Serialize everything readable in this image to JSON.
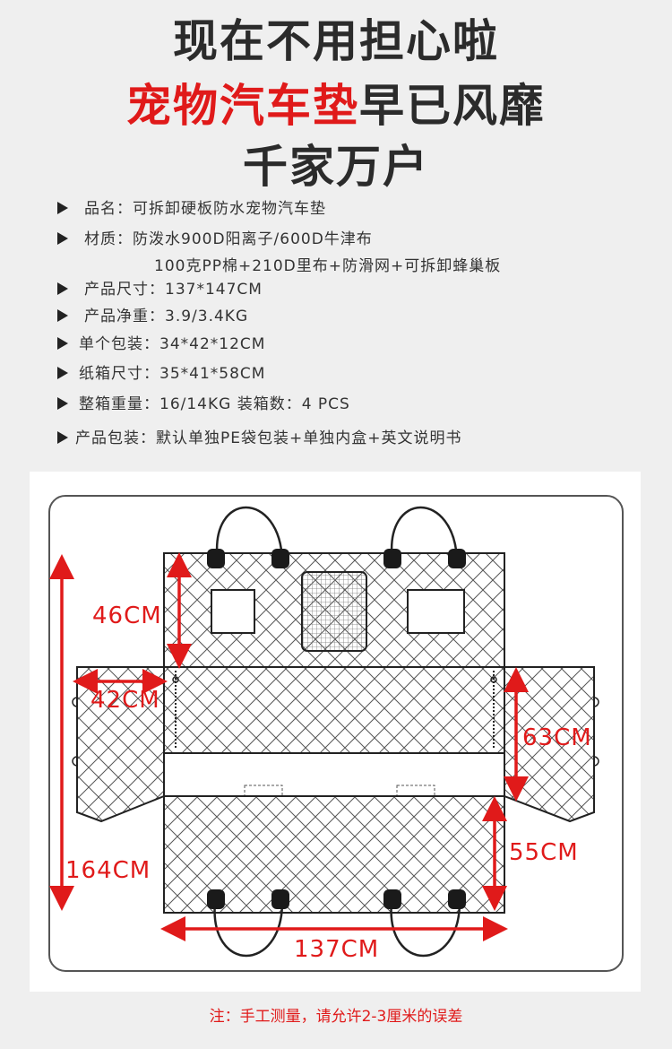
{
  "headline": {
    "line1": "现在不用担心啦",
    "line2_red": "宠物汽车垫",
    "line2_dark": "早已风靡",
    "line3": "千家万户"
  },
  "specs": [
    {
      "text": "品名：可拆卸硬板防水宠物汽车垫"
    },
    {
      "text": "材质：防泼水900D阳离子/600D牛津布",
      "sub": "100克PP棉+210D里布+防滑网+可拆卸蜂巢板"
    },
    {
      "text": "产品尺寸：137*147CM"
    },
    {
      "text": "产品净重：3.9/3.4KG"
    },
    {
      "text": "单个包装：34*42*12CM"
    },
    {
      "text": "纸箱尺寸：35*41*58CM"
    },
    {
      "text": "整箱重量：16/14KG 装箱数：4 PCS"
    },
    {
      "text": "产品包装：默认单独PE袋包装+单独内盒+英文说明书"
    }
  ],
  "diagram": {
    "dims": {
      "d46": "46CM",
      "d42": "42CM",
      "d63": "63CM",
      "d55": "55CM",
      "d164": "164CM",
      "d137": "137CM"
    },
    "colors": {
      "accent": "#e01a1a",
      "outline": "#222222",
      "mesh": "#555555"
    }
  },
  "note": "注：手工测量，请允许2-3厘米的误差"
}
